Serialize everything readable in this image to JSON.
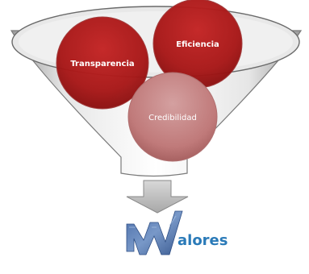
{
  "funnel": {
    "circles": [
      {
        "label": "Transparencia",
        "color": "#b01c1c"
      },
      {
        "label": "Eficiencia",
        "color": "#b01c1c"
      },
      {
        "label": "Credibilidad",
        "color": "#c98282"
      }
    ]
  },
  "logo": {
    "text": "alores",
    "color": "#2a7ab8"
  }
}
